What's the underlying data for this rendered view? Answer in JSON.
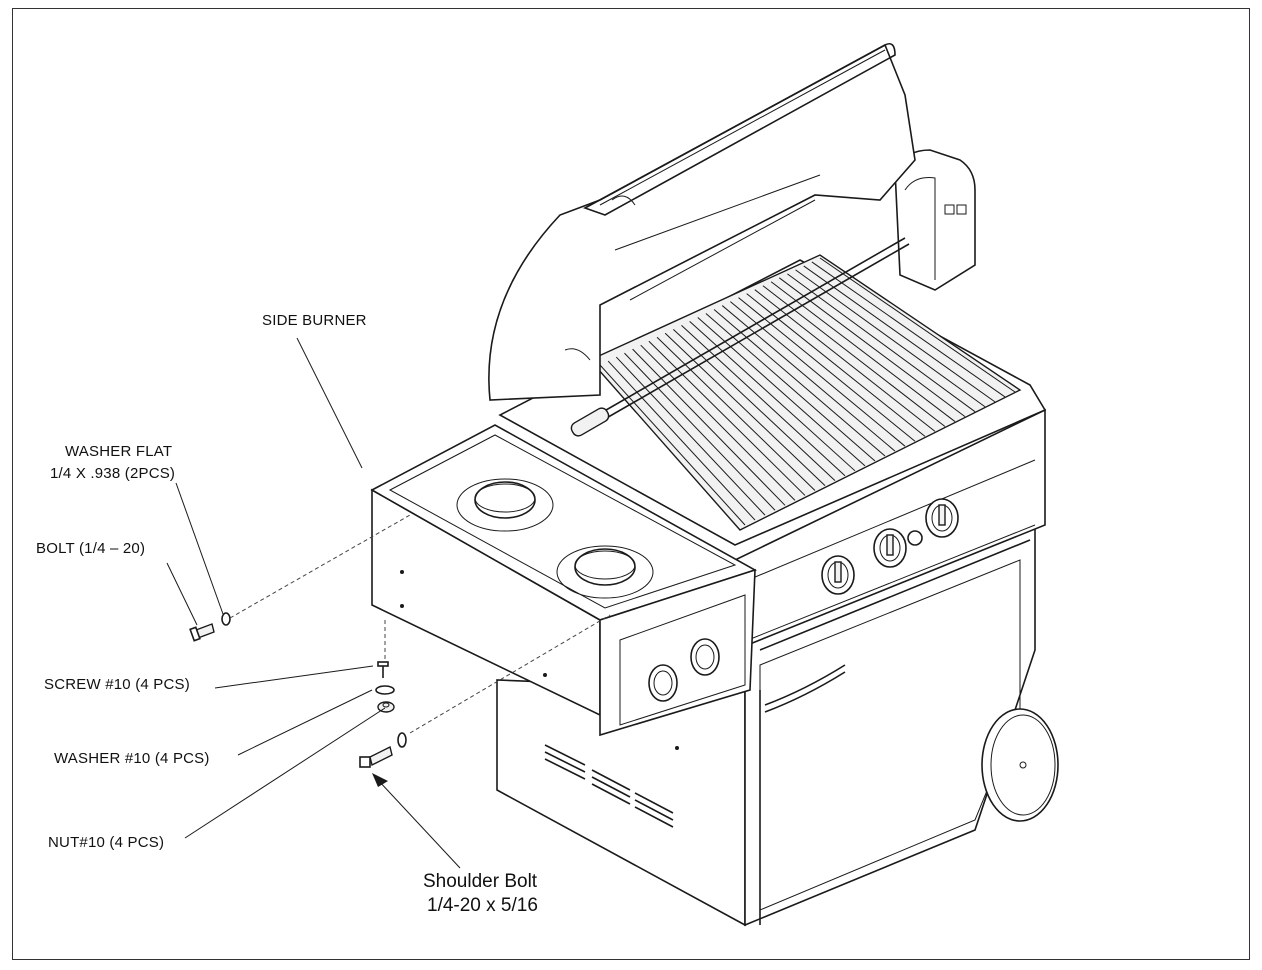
{
  "diagram": {
    "labels": {
      "side_burner": "SIDE BURNER",
      "washer_flat_line1": "WASHER FLAT",
      "washer_flat_line2": "1/4 X .938 (2PCS)",
      "bolt": "BOLT (1/4 – 20)",
      "screw": "SCREW #10 (4 PCS)",
      "washer10": "WASHER #10 (4 PCS)",
      "nut": "NUT#10 (4 PCS)",
      "shoulder_bolt_line1": "Shoulder Bolt",
      "shoulder_bolt_line2": "1/4-20 x 5/16"
    },
    "parts": [
      {
        "name": "grill-lid",
        "kind": "component"
      },
      {
        "name": "cooking-grate",
        "kind": "component"
      },
      {
        "name": "rotisserie-motor",
        "kind": "component"
      },
      {
        "name": "rotisserie-spit",
        "kind": "component"
      },
      {
        "name": "side-burner",
        "kind": "component"
      },
      {
        "name": "control-knobs",
        "kind": "component"
      },
      {
        "name": "cart-cabinet",
        "kind": "component"
      },
      {
        "name": "cart-wheel",
        "kind": "component"
      }
    ]
  }
}
